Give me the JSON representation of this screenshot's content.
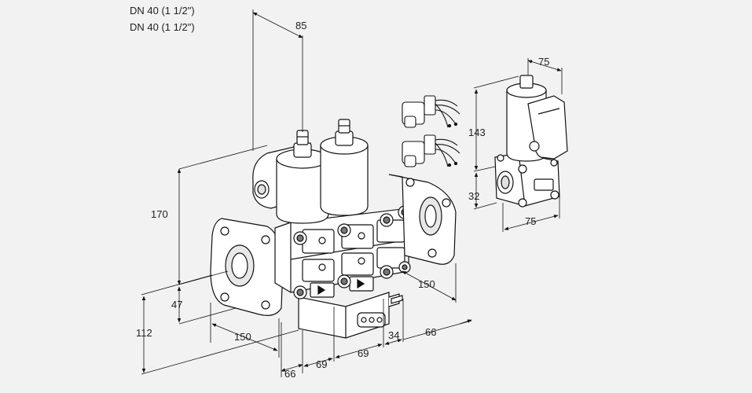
{
  "titles": [
    "DN 40 (1 1/2\")",
    "DN 40 (1 1/2\")"
  ],
  "dimensions": {
    "main_top_width": "85",
    "main_height": "170",
    "flange_offset": "47",
    "base_height": "112",
    "flange_depth": "150",
    "left_width": "66",
    "gap1": "69",
    "gap2": "69",
    "small_width": "34",
    "right_width": "66",
    "body_depth": "150",
    "inset_top_width": "75",
    "inset_height": "143",
    "inset_base_height": "32",
    "inset_bottom_width": "75"
  }
}
